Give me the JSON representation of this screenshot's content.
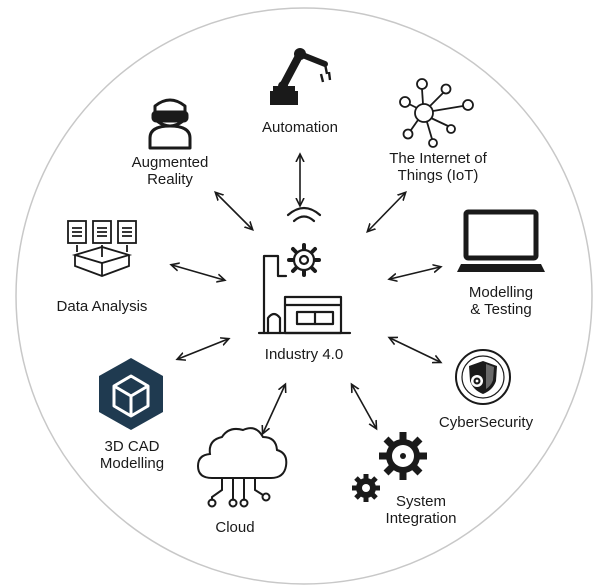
{
  "center": {
    "label": "Industry 4.0",
    "icon": "smart-factory-icon"
  },
  "nodes": [
    {
      "id": "automation",
      "label": "Automation",
      "icon": "robot-arm-icon"
    },
    {
      "id": "iot",
      "label": "The Internet of\nThings (IoT)",
      "icon": "network-nodes-icon"
    },
    {
      "id": "modelling-testing",
      "label": "Modelling\n& Testing",
      "icon": "laptop-icon"
    },
    {
      "id": "cybersecurity",
      "label": "CyberSecurity",
      "icon": "security-shield-icon"
    },
    {
      "id": "system-integration",
      "label": "System\nIntegration",
      "icon": "gears-icon"
    },
    {
      "id": "cloud",
      "label": "Cloud",
      "icon": "cloud-icon"
    },
    {
      "id": "3d-cad",
      "label": "3D CAD\nModelling",
      "icon": "cad-cube-icon"
    },
    {
      "id": "data-analysis",
      "label": "Data Analysis",
      "icon": "data-analysis-icon"
    },
    {
      "id": "augmented-reality",
      "label": "Augmented\nReality",
      "icon": "vr-headset-person-icon"
    }
  ],
  "colors": {
    "line": "#1a1a1a",
    "cad_icon": "#1f3a50",
    "outline": "#c8c8c8",
    "background": "#ffffff"
  }
}
